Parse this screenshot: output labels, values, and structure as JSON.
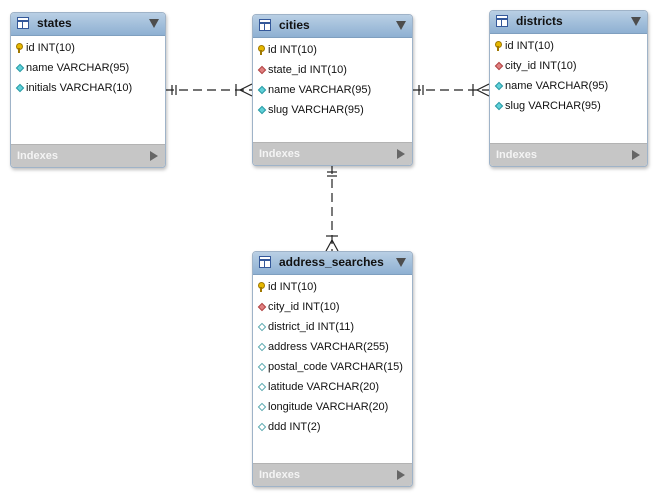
{
  "tables": {
    "states": {
      "title": "states",
      "footer": "Indexes",
      "columns": [
        {
          "icon": "key-icon",
          "text": "id INT(10)"
        },
        {
          "icon": "column-diamond-icon",
          "text": "name VARCHAR(95)"
        },
        {
          "icon": "column-diamond-icon",
          "text": "initials VARCHAR(10)"
        }
      ]
    },
    "cities": {
      "title": "cities",
      "footer": "Indexes",
      "columns": [
        {
          "icon": "key-icon",
          "text": "id INT(10)"
        },
        {
          "icon": "foreign-key-diamond-icon",
          "text": "state_id INT(10)"
        },
        {
          "icon": "column-diamond-icon",
          "text": "name VARCHAR(95)"
        },
        {
          "icon": "column-diamond-icon",
          "text": "slug VARCHAR(95)"
        }
      ]
    },
    "districts": {
      "title": "districts",
      "footer": "Indexes",
      "columns": [
        {
          "icon": "key-icon",
          "text": "id INT(10)"
        },
        {
          "icon": "foreign-key-diamond-icon",
          "text": "city_id INT(10)"
        },
        {
          "icon": "column-diamond-icon",
          "text": "name VARCHAR(95)"
        },
        {
          "icon": "column-diamond-icon",
          "text": "slug VARCHAR(95)"
        }
      ]
    },
    "address_searches": {
      "title": "address_searches",
      "footer": "Indexes",
      "columns": [
        {
          "icon": "key-icon",
          "text": "id INT(10)"
        },
        {
          "icon": "foreign-key-diamond-icon",
          "text": "city_id INT(10)"
        },
        {
          "icon": "nullable-column-diamond-icon",
          "text": "district_id INT(11)"
        },
        {
          "icon": "nullable-column-diamond-icon",
          "text": "address VARCHAR(255)"
        },
        {
          "icon": "nullable-column-diamond-icon",
          "text": "postal_code VARCHAR(15)"
        },
        {
          "icon": "nullable-column-diamond-icon",
          "text": "latitude VARCHAR(20)"
        },
        {
          "icon": "nullable-column-diamond-icon",
          "text": "longitude VARCHAR(20)"
        },
        {
          "icon": "nullable-column-diamond-icon",
          "text": "ddd INT(2)"
        }
      ]
    }
  },
  "colors": {
    "header": "#9fbdda",
    "footer": "#c6c6c6",
    "relationship_line": "#222222"
  }
}
